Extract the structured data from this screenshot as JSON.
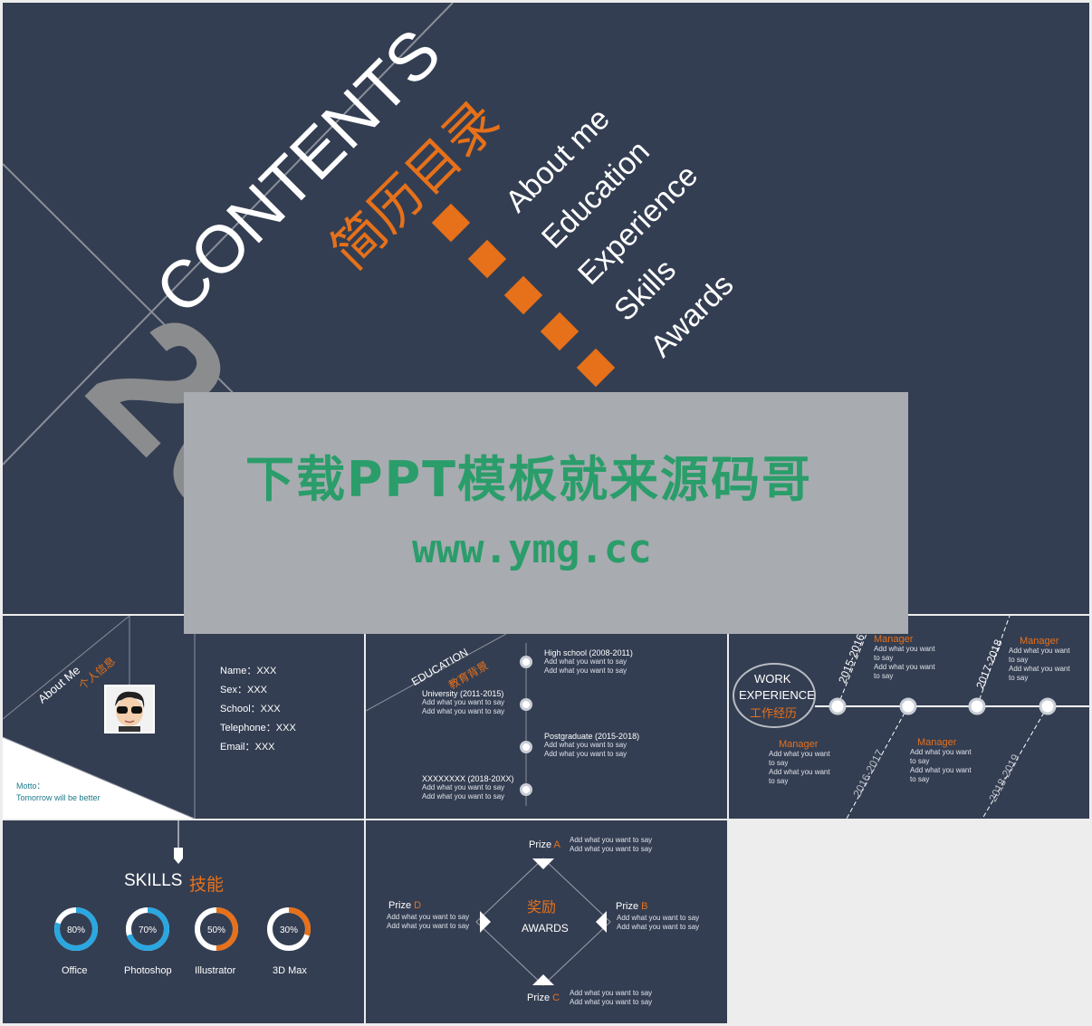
{
  "colors": {
    "bg": "#343e52",
    "accent": "#e6711a",
    "blue": "#2aa7e1",
    "watermark_bg": "#a8abb0",
    "watermark_text": "#2a9d6a"
  },
  "cover": {
    "title": "CONTENTS",
    "title_cn": "简历目录",
    "big_number": "20",
    "menu": [
      "About me",
      "Education",
      "Experience",
      "Skills",
      "Awards"
    ]
  },
  "watermark": {
    "line1": "下载PPT模板就来源码哥",
    "line2": "www.ymg.cc"
  },
  "about": {
    "title": "About Me",
    "title_cn": "个人信息",
    "avatar_icon": "avatar-icon",
    "fields": [
      "Name：XXX",
      "Sex：XXX",
      "School：XXX",
      "Telephone：XXX",
      "Email：XXX"
    ],
    "motto_label": "Motto：",
    "motto": "Tomorrow will be better"
  },
  "education": {
    "title": "EDUCATION",
    "title_cn": "教育背景",
    "items": [
      {
        "title": "High school (2008-2011)",
        "l1": "Add what you want to say",
        "l2": "Add what you want to say"
      },
      {
        "title": "University (2011-2015)",
        "l1": "Add what you want to say",
        "l2": "Add what you want to say"
      },
      {
        "title": "Postgraduate (2015-2018)",
        "l1": "Add what you want to say",
        "l2": "Add what you want to say"
      },
      {
        "title": "XXXXXXXX (2018-20XX)",
        "l1": "Add what you want to say",
        "l2": "Add what you want to say"
      }
    ]
  },
  "work": {
    "title1": "WORK",
    "title2": "EXPERIENCE",
    "title_cn": "工作经历",
    "years": [
      "2015-2016",
      "2016-2017",
      "2017-2018",
      "2018-2019"
    ],
    "role": "Manager",
    "desc": [
      "Add what you want",
      "to say",
      "Add what you want",
      "to say"
    ]
  },
  "skills": {
    "title": "SKILLS",
    "title_cn": "技能",
    "items": [
      {
        "name": "Office",
        "label": "80%",
        "value": 80,
        "color": "#2aa7e1"
      },
      {
        "name": "Photoshop",
        "label": "70%",
        "value": 70,
        "color": "#2aa7e1"
      },
      {
        "name": "Illustrator",
        "label": "50%",
        "value": 50,
        "color": "#e6711a"
      },
      {
        "name": "3D Max",
        "label": "30%",
        "value": 30,
        "color": "#e6711a"
      }
    ]
  },
  "awards": {
    "title_cn": "奖励",
    "title": "AWARDS",
    "prize": "Prize",
    "letters": [
      "A",
      "B",
      "C",
      "D"
    ],
    "line": "Add what you want to say"
  }
}
